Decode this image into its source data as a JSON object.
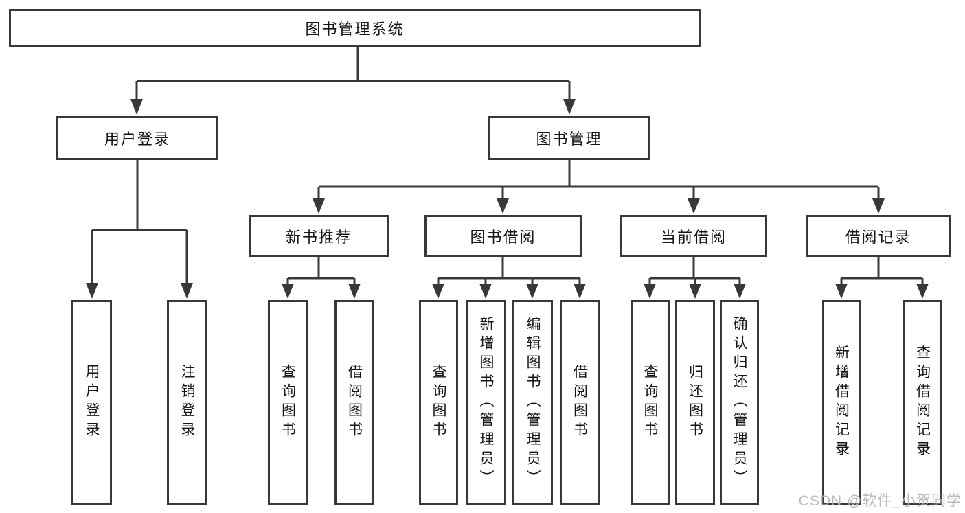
{
  "diagram": {
    "root": "图书管理系统",
    "branches": [
      {
        "label": "用户登录",
        "children": [
          {
            "label": "用户登录"
          },
          {
            "label": "注销登录"
          }
        ]
      },
      {
        "label": "图书管理",
        "groups": [
          {
            "label": "新书推荐",
            "children": [
              {
                "label": "查询图书"
              },
              {
                "label": "借阅图书"
              }
            ]
          },
          {
            "label": "图书借阅",
            "children": [
              {
                "label": "查询图书"
              },
              {
                "label": "新增图书（管理员）"
              },
              {
                "label": "编辑图书（管理员）"
              },
              {
                "label": "借阅图书"
              }
            ]
          },
          {
            "label": "当前借阅",
            "children": [
              {
                "label": "查询图书"
              },
              {
                "label": "归还图书"
              },
              {
                "label": "确认归还（管理员）"
              }
            ]
          },
          {
            "label": "借阅记录",
            "children": [
              {
                "label": "新增借阅记录"
              },
              {
                "label": "查询借阅记录"
              }
            ]
          }
        ]
      }
    ],
    "watermark": "CSDN @软件_小贺同学"
  },
  "colors": {
    "background": "#ffffff",
    "line": "#383838",
    "box_border": "#383838",
    "text": "#161616",
    "watermark": "#b3b3b3"
  }
}
